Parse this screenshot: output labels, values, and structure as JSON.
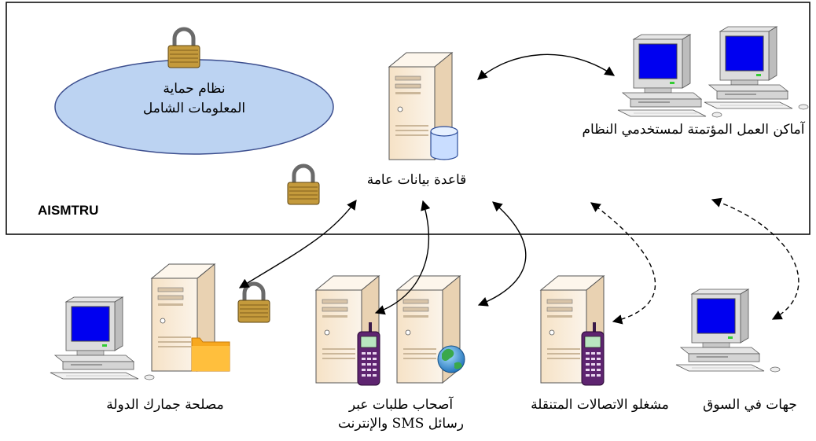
{
  "system_label": "AISMTRU",
  "security_system": {
    "line1": "نظام حماية",
    "line2": "المعلومات الشامل"
  },
  "central_db": {
    "label": "قاعدة بيانات عامة"
  },
  "workstations": {
    "label": "آماكن العمل المؤتمتة لمستخدمي النظام"
  },
  "customs": {
    "label": "مصلحة جمارك الدولة"
  },
  "sms_requesters": {
    "line1": "آصحاب طلبات عبر",
    "line2": "رسائل SMS والإنترنت"
  },
  "mobile_operators": {
    "label": "مشغلو الاتصالات المتنقلة"
  },
  "market_entities": {
    "label": "جهات في السوق"
  },
  "colors": {
    "ellipse_fill": "#bcd3f2",
    "ellipse_stroke": "#3c4e8e",
    "screen": "#0000f0",
    "server_body": "#faeede",
    "lock_gold": "#c49a3c"
  }
}
